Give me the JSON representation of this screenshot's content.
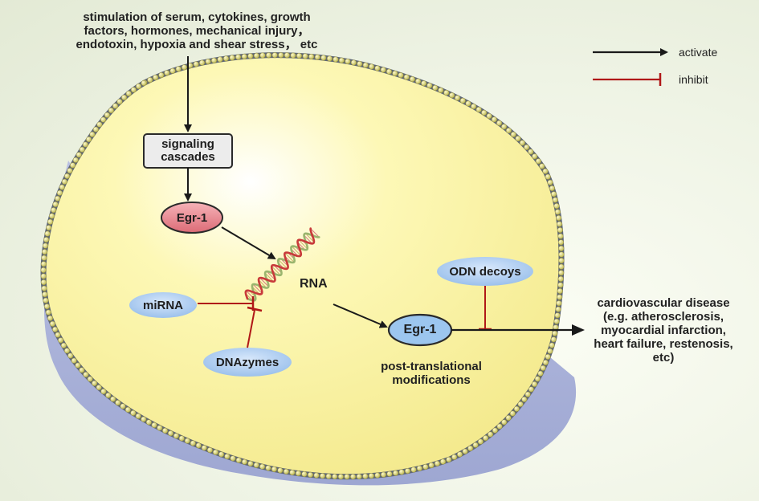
{
  "stimulus_lines": [
    "stimulation of serum, cytokines, growth",
    "factors, hormones, mechanical injury，",
    "endotoxin, hypoxia and shear stress， etc"
  ],
  "legend": {
    "activate": "activate",
    "inhibit": "inhibit"
  },
  "nodes": {
    "signaling_cascades_lines": [
      "signaling",
      "cascades"
    ],
    "egr1_top": "Egr-1",
    "egr1_mid": "Egr-1",
    "mirna": "miRNA",
    "dnazymes": "DNAzymes",
    "odn_decoys": "ODN decoys",
    "rna": "RNA",
    "ptm_lines": [
      "post-translational",
      "modifications"
    ]
  },
  "outcome_lines": [
    "cardiovascular disease",
    "(e.g. atherosclerosis,",
    "myocardial infarction,",
    "heart failure, restenosis,",
    "etc)"
  ],
  "colors": {
    "activate_arrow": "#1a1a1a",
    "inhibit_line": "#b01818",
    "cell_fill": "#fdf7a8",
    "membrane_bead": "#d8d36a",
    "membrane_inner": "#6c7482",
    "cell_shadow": "#a8b0d8",
    "egr1_top_fill": "#e8808a",
    "blue_node_fill": "#aacbef",
    "signaling_box_fill": "#ececec",
    "dna_strand_red": "#c83a3a",
    "dna_strand_green": "#9ab56e"
  }
}
